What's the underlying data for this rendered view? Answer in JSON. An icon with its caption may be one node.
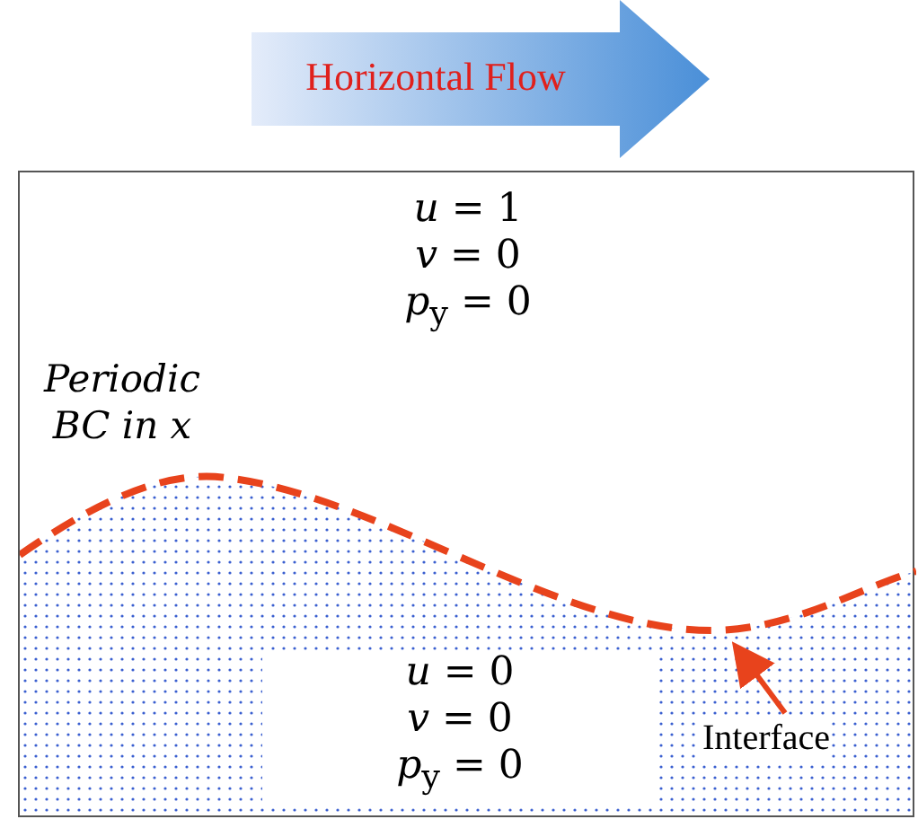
{
  "diagram": {
    "nodes": [
      {
        "text": [
          "Horizontal Flow"
        ]
      },
      {
        "text": [
          "*u* = 1",
          "*v* = 0",
          "*p*$_{y}$ = 0"
        ]
      },
      {
        "text": [
          "*u* = 0",
          "*v* = 0",
          "*p*$_{y}$ = 0"
        ],
        "in": 1
      },
      {
        "text": [
          "Interface"
        ],
        "in": 2
      },
      {
        "text": [],
        "shape": "line",
        "in": 1
      }
    ],
    "edges": [
      {
        "from": 3,
        "to": 4,
        "arrow": "to",
        "color": "#e8431c"
      }
    ],
    "labels": [
      "Periodic BC in x"
    ]
  }
}
